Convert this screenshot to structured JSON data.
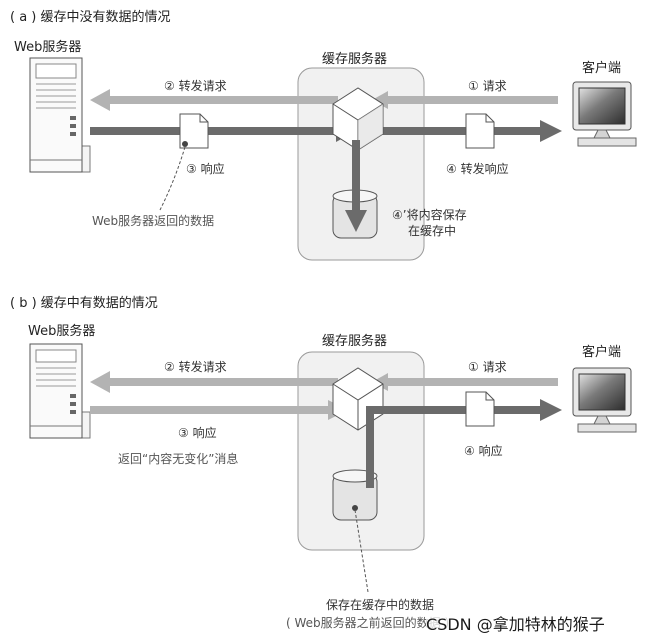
{
  "panel_a": {
    "title": "( a ) 缓存中没有数据的情况",
    "web_server_label": "Web服务器",
    "cache_server_label": "缓存服务器",
    "client_label": "客户端",
    "step_request": "① 请求",
    "step_forward_request": "② 转发请求",
    "step_response": "③ 响应",
    "step_forward_response": "④ 转发响应",
    "step_store_line1": "④’将内容保存",
    "step_store_line2": "在缓存中",
    "data_note": "Web服务器返回的数据"
  },
  "panel_b": {
    "title": "( b ) 缓存中有数据的情况",
    "web_server_label": "Web服务器",
    "cache_server_label": "缓存服务器",
    "client_label": "客户端",
    "step_request": "① 请求",
    "step_forward_request": "② 转发请求",
    "step_response": "③ 响应",
    "response_note": "返回“内容无变化”消息",
    "step_response_client": "④ 响应",
    "stored_note_line1": "保存在缓存中的数据",
    "stored_note_line2": "( Web服务器之前返回的数据 )"
  },
  "watermark": "CSDN @拿加特林的猴子",
  "colors": {
    "light_arrow": "#b3b3b3",
    "dark_arrow": "#6b6b6b",
    "server_panel_fill": "#f1f1f1",
    "server_panel_border": "#9a9a9a"
  }
}
